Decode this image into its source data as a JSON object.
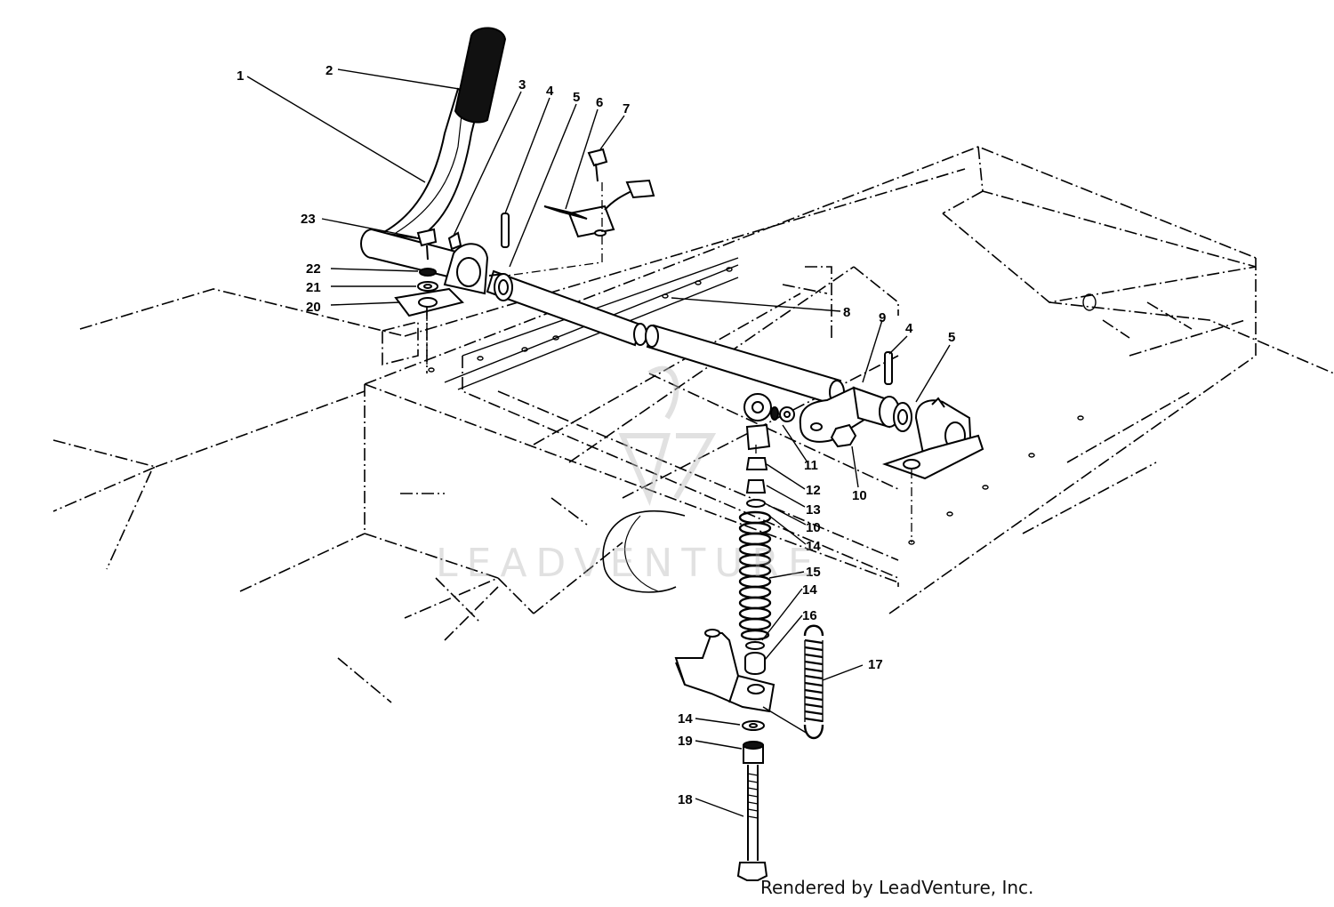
{
  "credit": "Rendered by LeadVenture, Inc.",
  "watermark": "LEADVENTURE",
  "colors": {
    "line": "#000000",
    "background": "#ffffff",
    "watermark": "#aaaaaa"
  },
  "callouts": {
    "c1": "1",
    "c2": "2",
    "c3": "3",
    "c4a": "4",
    "c5a": "5",
    "c6": "6",
    "c7": "7",
    "c8": "8",
    "c9": "9",
    "c4b": "4",
    "c5b": "5",
    "c10a": "10",
    "c11": "11",
    "c12": "12",
    "c13": "13",
    "c10b": "10",
    "c14a": "14",
    "c15": "15",
    "c14b": "14",
    "c16": "16",
    "c17": "17",
    "c14c": "14",
    "c19": "19",
    "c18": "18",
    "c20": "20",
    "c21": "21",
    "c22": "22",
    "c23": "23"
  }
}
